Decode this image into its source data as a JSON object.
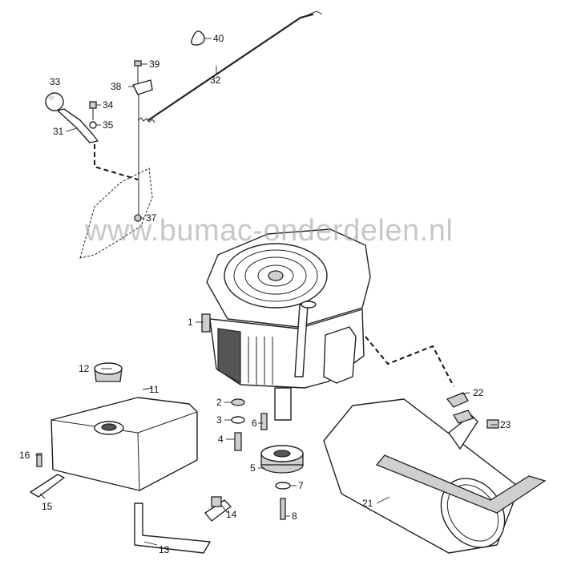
{
  "watermark": "www.bumac-onderdelen.nl",
  "labels": {
    "p1": "1",
    "p2": "2",
    "p3": "3",
    "p4": "4",
    "p5": "5",
    "p6": "6",
    "p7": "7",
    "p8": "8",
    "p11": "11",
    "p12": "12",
    "p13": "13",
    "p14": "14",
    "p15": "15",
    "p16": "16",
    "p21": "21",
    "p22": "22",
    "p23": "23",
    "p31": "31",
    "p32": "32",
    "p33": "33",
    "p34": "34",
    "p35": "35",
    "p37": "37",
    "p38": "38",
    "p39": "39",
    "p40": "40"
  }
}
